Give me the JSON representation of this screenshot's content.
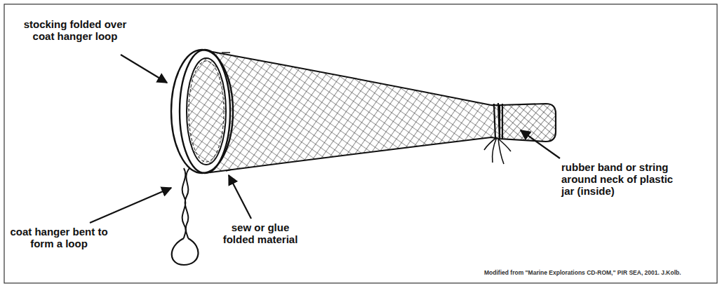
{
  "diagram": {
    "labels": [
      "stocking folded over coat hanger loop",
      "coat hanger bent to form a loop",
      "sew or glue folded material",
      "rubber band or string around neck of plastic jar (inside)",
      "Modified from \"Marine Explorations CD-ROM,\" PIR SEA, 2001. J.Kolb."
    ]
  }
}
